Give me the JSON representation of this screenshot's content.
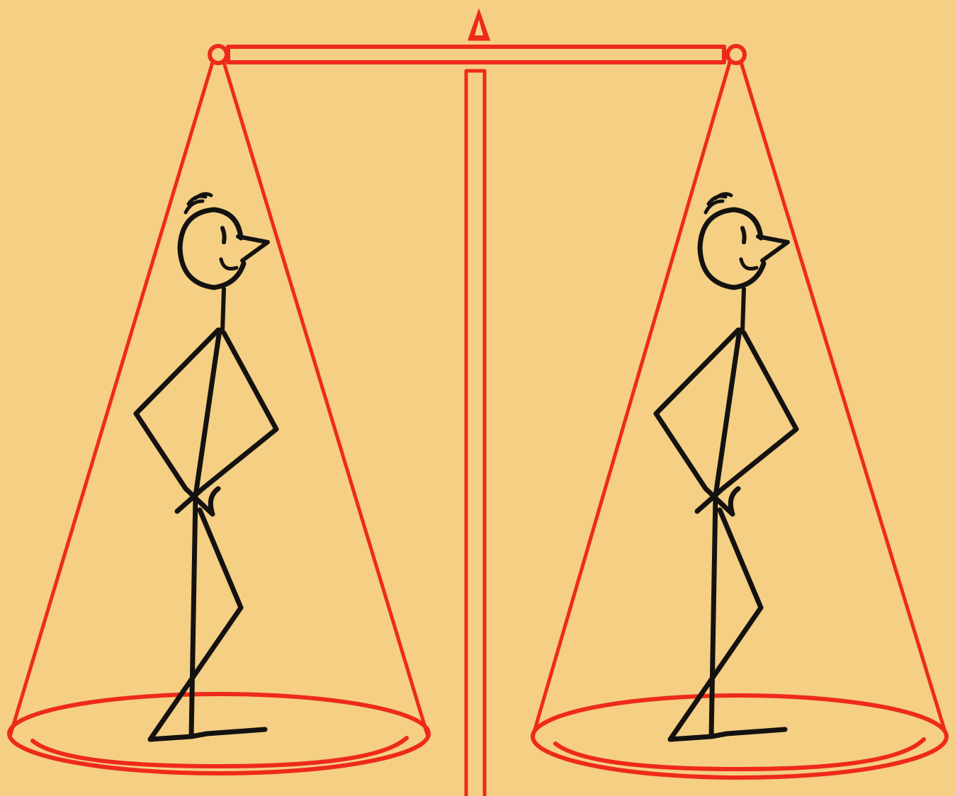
{
  "illustration": {
    "subject": "balance-scale-with-two-stick-figures",
    "colors": {
      "paper": "#f6d389",
      "scale": "#ee2a1c",
      "figures": "#141210"
    },
    "pans": [
      {
        "name": "left-pan",
        "content": "stick-figure"
      },
      {
        "name": "right-pan",
        "content": "stick-figure"
      }
    ]
  }
}
